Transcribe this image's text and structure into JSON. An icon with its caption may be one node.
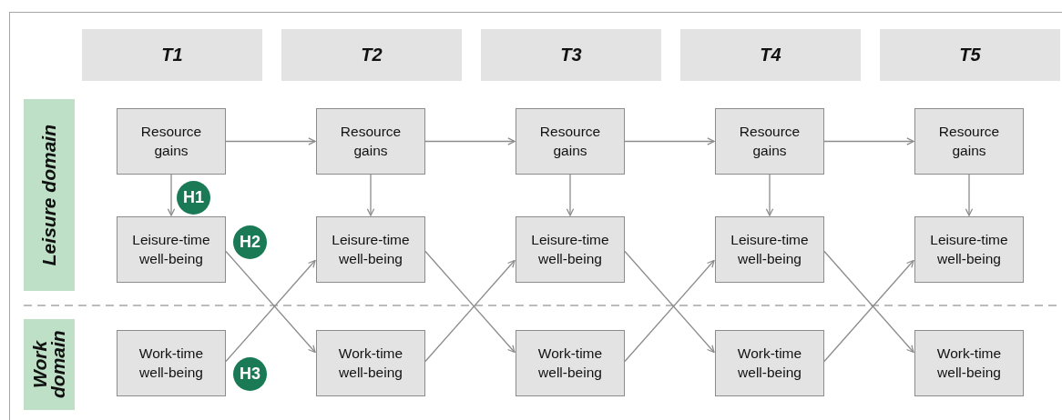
{
  "diagram": {
    "nodes": [
      {
        "text": [
          "T1"
        ]
      },
      {
        "text": [
          "T2"
        ]
      },
      {
        "text": [
          "T3"
        ]
      },
      {
        "text": [
          "T4"
        ]
      },
      {
        "text": [
          "T5"
        ]
      },
      {
        "text": [
          "Leisure domain"
        ]
      },
      {
        "text": [
          "Work domain"
        ]
      },
      {
        "text": [
          "Resource gains"
        ]
      },
      {
        "text": [
          "Leisure-time well-being"
        ]
      },
      {
        "text": [
          "Work-time well-being"
        ]
      },
      {
        "text": [
          "Resource gains"
        ]
      },
      {
        "text": [
          "Leisure-time well-being"
        ]
      },
      {
        "text": [
          "Work-time well-being"
        ]
      },
      {
        "text": [
          "Resource gains"
        ]
      },
      {
        "text": [
          "Leisure-time well-being"
        ]
      },
      {
        "text": [
          "Work-time well-being"
        ]
      },
      {
        "text": [
          "Resource gains"
        ]
      },
      {
        "text": [
          "Leisure-time well-being"
        ]
      },
      {
        "text": [
          "Work-time well-being"
        ]
      },
      {
        "text": [
          "Resource gains"
        ]
      },
      {
        "text": [
          "Leisure-time well-being"
        ]
      },
      {
        "text": [
          "Work-time well-being"
        ]
      },
      {
        "text": [
          "H1"
        ]
      },
      {
        "text": [
          "H2"
        ]
      },
      {
        "text": [
          "H3"
        ]
      }
    ],
    "edges": [
      {
        "from": 7,
        "to": 10,
        "arrow": "to"
      },
      {
        "from": 10,
        "to": 13,
        "arrow": "to"
      },
      {
        "from": 13,
        "to": 16,
        "arrow": "to"
      },
      {
        "from": 16,
        "to": 19,
        "arrow": "to"
      },
      {
        "from": 7,
        "to": 8,
        "arrow": "to"
      },
      {
        "from": 10,
        "to": 11,
        "arrow": "to"
      },
      {
        "from": 13,
        "to": 14,
        "arrow": "to"
      },
      {
        "from": 16,
        "to": 17,
        "arrow": "to"
      },
      {
        "from": 19,
        "to": 20,
        "arrow": "to"
      },
      {
        "from": 8,
        "to": 12,
        "arrow": "to"
      },
      {
        "from": 11,
        "to": 15,
        "arrow": "to"
      },
      {
        "from": 14,
        "to": 18,
        "arrow": "to"
      },
      {
        "from": 17,
        "to": 21,
        "arrow": "to"
      },
      {
        "from": 9,
        "to": 11,
        "arrow": "to"
      },
      {
        "from": 12,
        "to": 14,
        "arrow": "to"
      },
      {
        "from": 15,
        "to": 17,
        "arrow": "to"
      },
      {
        "from": 18,
        "to": 20,
        "arrow": "to"
      }
    ]
  }
}
